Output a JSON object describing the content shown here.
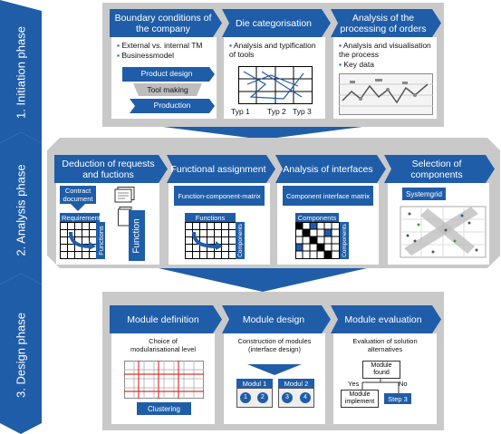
{
  "phases": [
    {
      "label": "1. Initiation phase",
      "color": "#1f5da8"
    },
    {
      "label": "2. Analysis phase",
      "color": "#1f5da8"
    },
    {
      "label": "3. Design phase",
      "color": "#1f5da8"
    }
  ],
  "colors": {
    "accent": "#1f5da8",
    "panel": "#c9c9c9",
    "arrow_light": "#4a7fc2"
  },
  "initiation": {
    "steps": [
      {
        "title": "Boundary conditions of the company",
        "bullets": [
          "External vs. internal TM",
          "Businessmodel"
        ],
        "flow": [
          "Product design",
          "Tool making",
          "Production"
        ]
      },
      {
        "title": "Die categorisation",
        "bullets": [
          "Analysis and typification of tools"
        ],
        "types": [
          "Typ 1",
          "Typ 2",
          "Typ 3"
        ]
      },
      {
        "title": "Analysis of the processing of orders",
        "bullets": [
          "Analysis and visualisation the process",
          "Key data"
        ]
      }
    ]
  },
  "analysis": {
    "steps": [
      {
        "title": "Deduction of requests and fuctions",
        "contract": "Contract document",
        "requirement": "Requirement",
        "functions_side": "Functions",
        "function_big": "Function"
      },
      {
        "title": "Functional assignment",
        "matrix": "Function-component-matrix",
        "top": "Functions",
        "side": "Components"
      },
      {
        "title": "Analysis of interfaces",
        "matrix": "Component interface matrix",
        "top": "Components",
        "side": "Components"
      },
      {
        "title": "Selection of components",
        "matrix": "Systemgrid"
      }
    ]
  },
  "design": {
    "steps": [
      {
        "title": "Module definition",
        "sub": "Choice of modularisational level",
        "bottom": "Clustering"
      },
      {
        "title": "Module design",
        "sub": "Construction of modules (interface design)",
        "moduls": [
          "Modul 1",
          "Modul 2"
        ],
        "nums": [
          "1",
          "2",
          "3",
          "4"
        ]
      },
      {
        "title": "Module evaluation",
        "sub": "Evaluation of solution alternatives",
        "found": "Module found",
        "yes": "Yes",
        "no": "No",
        "implement": "Module implement",
        "step3": "Step 3"
      }
    ]
  }
}
